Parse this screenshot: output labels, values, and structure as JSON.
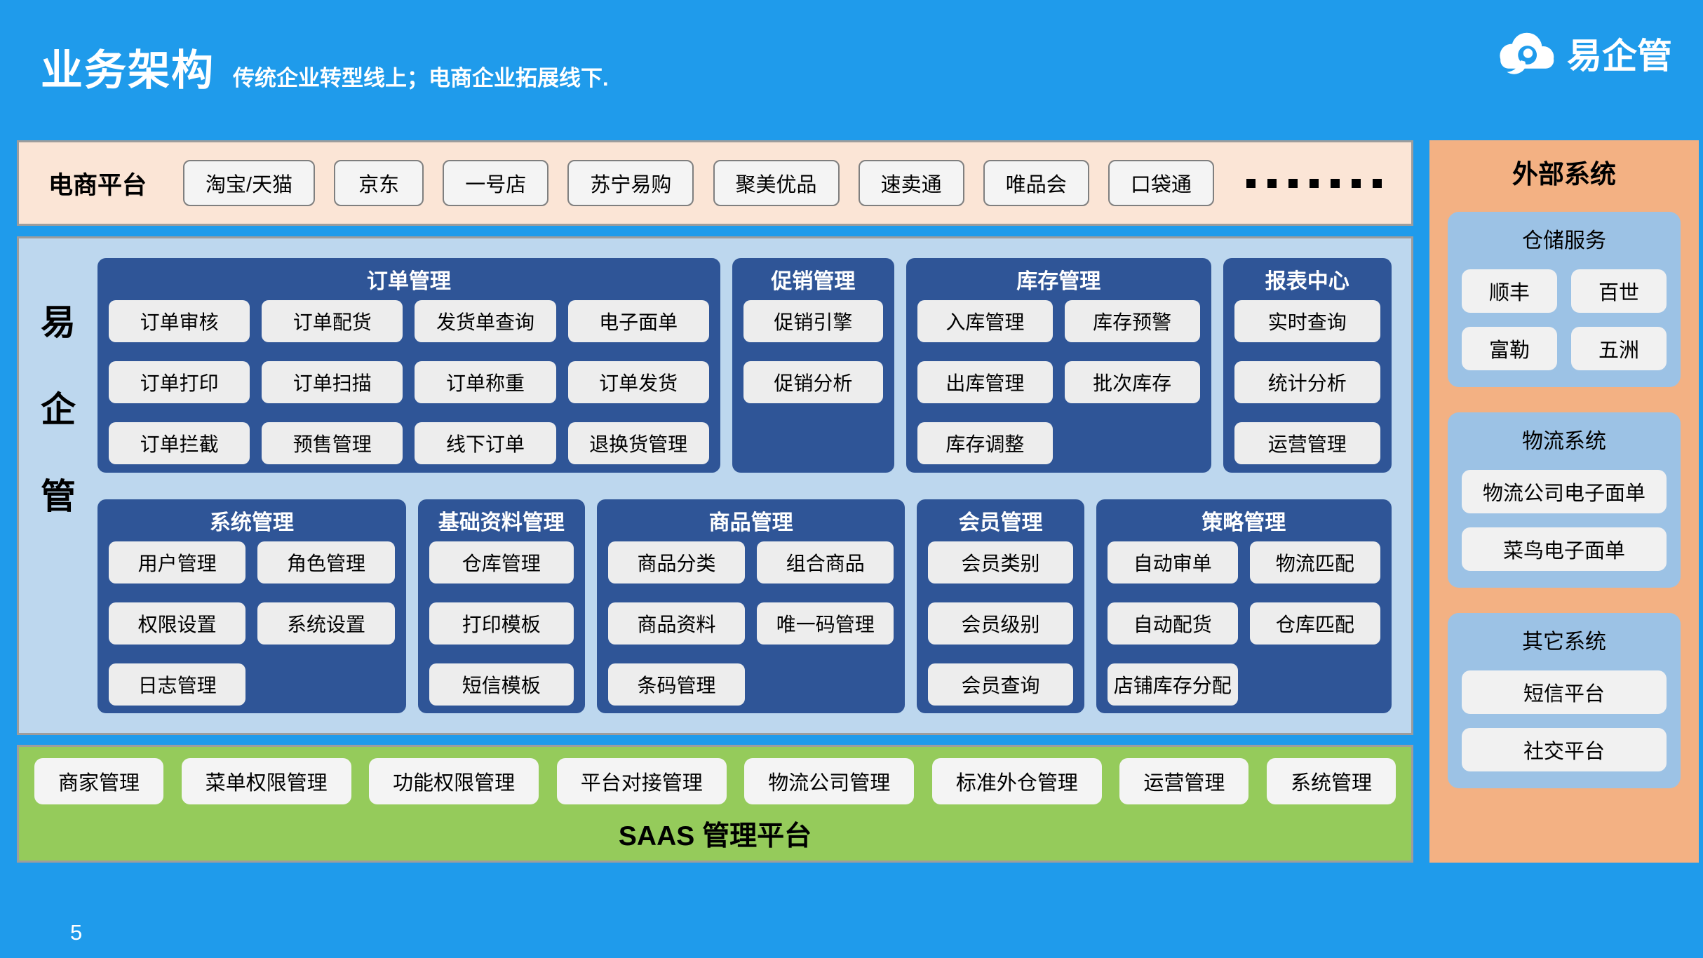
{
  "page": {
    "title": "业务架构",
    "subtitle": "传统企业转型线上；电商企业拓展线下.",
    "logo_text": "易企管",
    "page_number": "5"
  },
  "ecommerce_bar": {
    "label": "电商平台",
    "platforms": [
      "淘宝/天猫",
      "京东",
      "一号店",
      "苏宁易购",
      "聚美优品",
      "速卖通",
      "唯品会",
      "口袋通"
    ],
    "dot_count": 7
  },
  "core": {
    "vertical_label": "易企管",
    "panels_row1": [
      {
        "title": "订单管理",
        "cols": 4,
        "items": [
          "订单审核",
          "订单配货",
          "发货单查询",
          "电子面单",
          "订单打印",
          "订单扫描",
          "订单称重",
          "订单发货",
          "订单拦截",
          "预售管理",
          "线下订单",
          "退换货管理"
        ]
      },
      {
        "title": "促销管理",
        "cols": 1,
        "items": [
          "促销引擎",
          "促销分析"
        ]
      },
      {
        "title": "库存管理",
        "cols": 2,
        "items": [
          "入库管理",
          "库存预警",
          "出库管理",
          "批次库存",
          "库存调整"
        ]
      },
      {
        "title": "报表中心",
        "cols": 1,
        "items": [
          "实时查询",
          "统计分析",
          "运营管理"
        ]
      }
    ],
    "panels_row2": [
      {
        "title": "系统管理",
        "cols": 2,
        "items": [
          "用户管理",
          "角色管理",
          "权限设置",
          "系统设置",
          "日志管理"
        ]
      },
      {
        "title": "基础资料管理",
        "cols": 1,
        "items": [
          "仓库管理",
          "打印模板",
          "短信模板"
        ]
      },
      {
        "title": "商品管理",
        "cols": 2,
        "items": [
          "商品分类",
          "组合商品",
          "商品资料",
          "唯一码管理",
          "条码管理"
        ]
      },
      {
        "title": "会员管理",
        "cols": 1,
        "items": [
          "会员类别",
          "会员级别",
          "会员查询"
        ]
      },
      {
        "title": "策略管理",
        "cols": 2,
        "items": [
          "自动审单",
          "物流匹配",
          "自动配货",
          "仓库匹配",
          "店铺库存分配"
        ]
      }
    ]
  },
  "saas_bar": {
    "title": "SAAS 管理平台",
    "items": [
      "商家管理",
      "菜单权限管理",
      "功能权限管理",
      "平台对接管理",
      "物流公司管理",
      "标准外仓管理",
      "运营管理",
      "系统管理"
    ]
  },
  "external": {
    "title": "外部系统",
    "groups": [
      {
        "title": "仓储服务",
        "cols": 2,
        "items": [
          "顺丰",
          "百世",
          "富勒",
          "五洲"
        ]
      },
      {
        "title": "物流系统",
        "cols": 1,
        "items": [
          "物流公司电子面单",
          "菜鸟电子面单"
        ]
      },
      {
        "title": "其它系统",
        "cols": 1,
        "items": [
          "短信平台",
          "社交平台"
        ]
      }
    ]
  },
  "colors": {
    "background": "#1F9BEB",
    "peach_bar": "#FBE5D6",
    "core_area": "#BDD7EE",
    "module_panel": "#2F5597",
    "saas_green": "#95CB5B",
    "sidebar_salmon": "#F3B183",
    "group_blue": "#9CC2E5",
    "box_fill": "#EDEDED",
    "area_border": "#9D9D9D"
  },
  "icons": {
    "logo": "cloud-logo-icon"
  }
}
